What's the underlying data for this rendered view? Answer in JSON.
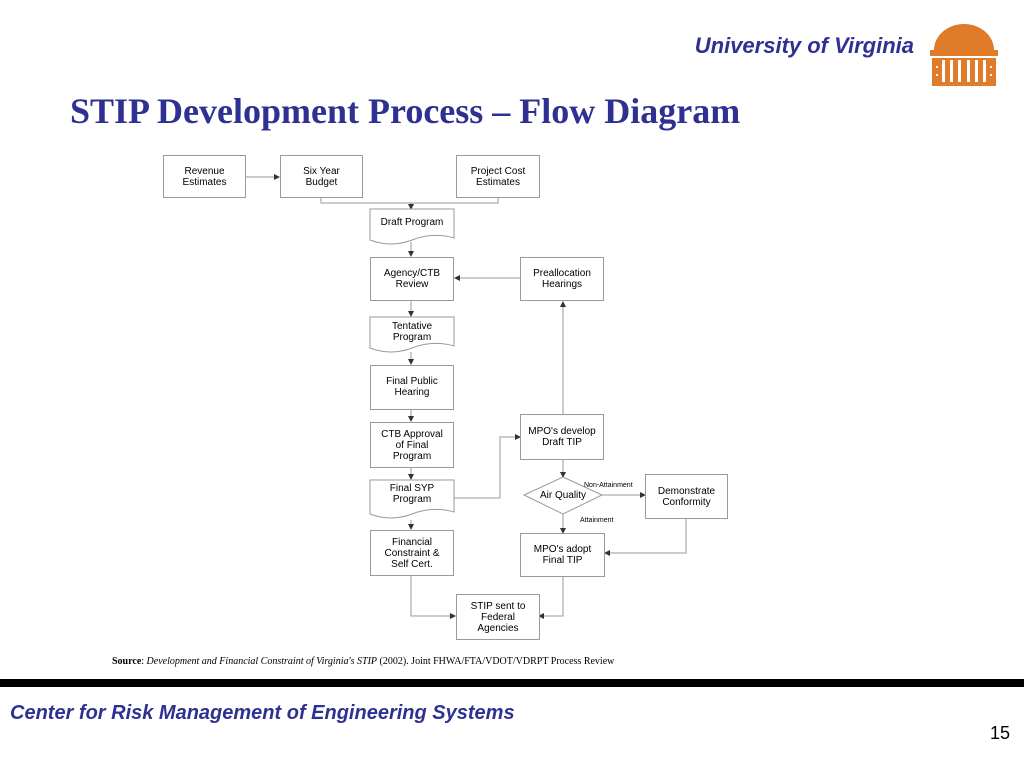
{
  "header": {
    "university": "University of Virginia",
    "title": "STIP Development Process – Flow Diagram"
  },
  "colors": {
    "brand": "#2e3192",
    "logo": "#e07b2a"
  },
  "diagram": {
    "revenue": "Revenue\nEstimates",
    "budget": "Six Year\nBudget",
    "project_cost": "Project Cost\nEstimates",
    "draft_program": "Draft Program",
    "agency_ctb": "Agency/CTB\nReview",
    "prealloc": "Preallocation\nHearings",
    "tentative": "Tentative\nProgram",
    "final_public": "Final Public\nHearing",
    "ctb_approval": "CTB Approval\nof Final\nProgram",
    "final_syp": "Final SYP\nProgram",
    "mpo_draft": "MPO's develop\nDraft TIP",
    "air_quality": "Air Quality",
    "non_attainment": "Non-Attainment",
    "attainment": "Attainment",
    "demonstrate": "Demonstrate\nConformity",
    "financial": "Financial\nConstraint &\nSelf Cert.",
    "mpo_adopt": "MPO's adopt\nFinal TIP",
    "stip_sent": "STIP sent to\nFederal\nAgencies"
  },
  "source": {
    "label": "Source",
    "colon": ": ",
    "work": "Development and Financial Constraint of Virginia's STIP",
    "rest": " (2002).  Joint FHWA/FTA/VDOT/VDRPT Process Review"
  },
  "footer": {
    "center": "Center for Risk Management of Engineering Systems",
    "page": "15"
  }
}
